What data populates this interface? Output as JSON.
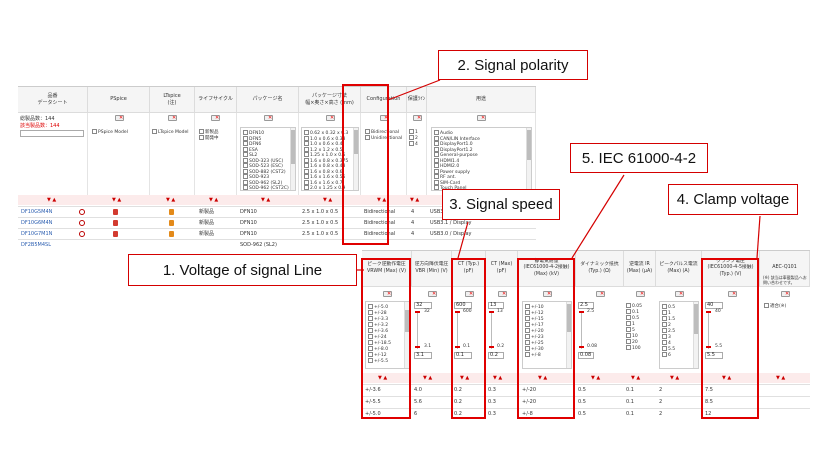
{
  "top_table": {
    "headers": [
      "品番\nデータシート",
      "PSpice",
      "LTspice\n(注)",
      "ライフサイクル",
      "パッケージ名",
      "パッケージ寸法\n幅×奥さ×高さ (mm)",
      "Configuration",
      "保護ﾗｲﾝ",
      "用途"
    ],
    "counts": {
      "total": "総製品数：144",
      "filtered": "該当製品数：144"
    },
    "filters": {
      "pspice": "PSpice Model",
      "ltspice": "LTspice Model",
      "lifecycle": [
        "新製品",
        "開発中"
      ],
      "package": [
        "DFN10",
        "DFN5",
        "DFN6",
        "ESA",
        "SL2",
        "SOD-323 (USC)",
        "SOD-523 (ESC)",
        "SOD-882 (CST2)",
        "SOD-923",
        "SOD-962 (SL2)",
        "SOD-962 (CST2C)"
      ],
      "dimensions": [
        "0.62 x 0.32 x 0.3",
        "1.0 x 0.6 x 0.38",
        "1.0 x 0.6 x 0.4",
        "1.2 x 1.2 x 0.5",
        "1.25 x 1.0 x 0.5",
        "1.6 x 0.8 x 0.375",
        "1.6 x 0.8 x 0.48",
        "1.6 x 0.8 x 0.6",
        "1.6 x 1.6 x 0.55",
        "1.6 x 1.6 x 0.7",
        "2.0 x 1.25 x 0.9"
      ],
      "configuration": [
        "Bidirectional",
        "Unidirectional"
      ],
      "lines": [
        "1",
        "2",
        "4"
      ],
      "application": [
        "Audio",
        "CAN/LIN Interface",
        "DisplayPort1.0",
        "DisplayPort1.2",
        "General-purpose",
        "HDMI1.4",
        "HDMI2.0",
        "Power supply",
        "RF ant.",
        "SIM-Card",
        "Touch Panel"
      ]
    },
    "rows": [
      {
        "part": "DF10G5M4N",
        "lifecycle": "新製品",
        "package": "DFN10",
        "dims": "2.5 x 1.0 x 0.5",
        "config": "Bidirectional",
        "lines": "4",
        "app": "USB3.1 / Display"
      },
      {
        "part": "DF10G6M4N",
        "lifecycle": "新製品",
        "package": "DFN10",
        "dims": "2.5 x 1.0 x 0.5",
        "config": "Bidirectional",
        "lines": "4",
        "app": "USB3.1 / Display"
      },
      {
        "part": "DF10G7M1N",
        "lifecycle": "新製品",
        "package": "DFN10",
        "dims": "2.5 x 1.0 x 0.5",
        "config": "Bidirectional",
        "lines": "4",
        "app": "USB3.0 / Display"
      },
      {
        "part": "DF2B5M4SL",
        "lifecycle": "",
        "package": "SOD-962 (SL2)",
        "dims": "",
        "config": "",
        "lines": "",
        "app": ""
      }
    ]
  },
  "bottom_table": {
    "headers": [
      "ピーク逆動作電圧\nVRWM (Max) (V)",
      "逆方向降伏電圧\nVBR (Min) (V)",
      "CT (Typ.)\n(pF)",
      "CT (Max)\n(pF)",
      "静電気耐量\n(IEC61000-4-2接触)\n(Max) (kV)",
      "ダイナミック抵抗\n(Typ.) (Ω)",
      "逆電流 IR\n(Max) (μA)",
      "ピークパルス電流\n(Max) (A)",
      "クランプ電圧\n(IEC61000-4-5接触)\n(Typ.) (V)",
      "AEC-Q101"
    ],
    "vrwm_options": [
      "+/-5.0",
      "+/-28",
      "+/-3.3",
      "+/-3.2",
      "+/-3.6",
      "+/-24",
      "+/-18.5",
      "+/-8.0",
      "+/-12",
      "+/-5.5"
    ],
    "vbr": {
      "max": "32",
      "max_mark": "32",
      "min_mark": "3.1",
      "min": "3.1"
    },
    "ct_typ": {
      "max": "600",
      "max_mark": "600",
      "min_mark": "0.1",
      "min": "0.1"
    },
    "ct_max": {
      "max": "13",
      "max_mark": "13",
      "min_mark": "0.2",
      "min": "0.2"
    },
    "esd_options": [
      "+/-10",
      "+/-12",
      "+/-15",
      "+/-17",
      "+/-20",
      "+/-23",
      "+/-25",
      "+/-30",
      "+/-8"
    ],
    "dyn_res": {
      "max": "2.5",
      "max_mark": "2.5",
      "min_mark": "0.08",
      "min": "0.08"
    },
    "ir_options": [
      "0.05",
      "0.1",
      "0.5",
      "1",
      "5",
      "10",
      "20",
      "100"
    ],
    "ipp_options": [
      "0.5",
      "1",
      "1.5",
      "2",
      "2.5",
      "3",
      "4",
      "5.5",
      "6"
    ],
    "vc": {
      "max": "40",
      "max_mark": "40",
      "min_mark": "5.5",
      "min": "5.5"
    },
    "aec_note": "(※) 該当は車載製品へお問い合わせです。",
    "aec_option": "適合(※)",
    "rows": [
      {
        "vrwm": "+/-3.6",
        "vbr": "4.0",
        "ct_typ": "0.2",
        "ct_max": "0.3",
        "esd": "+/-20",
        "dyn": "0.5",
        "ir": "0.1",
        "ipp": "2",
        "vc": "7.5"
      },
      {
        "vrwm": "+/-5.5",
        "vbr": "5.6",
        "ct_typ": "0.2",
        "ct_max": "0.3",
        "esd": "+/-20",
        "dyn": "0.5",
        "ir": "0.1",
        "ipp": "2",
        "vc": "8.5"
      },
      {
        "vrwm": "+/-5.0",
        "vbr": "6",
        "ct_typ": "0.2",
        "ct_max": "0.3",
        "esd": "+/-8",
        "dyn": "0.5",
        "ir": "0.1",
        "ipp": "2",
        "vc": "12"
      }
    ]
  },
  "annotations": {
    "c1": "1. Voltage of signal Line",
    "c2": "2. Signal polarity",
    "c3": "3. Signal speed",
    "c4": "4. Clamp voltage",
    "c5": "5. IEC 61000-4-2"
  },
  "colors": {
    "annotation": "#e00000",
    "sort_band": "#fcebeb",
    "header_bg": "#f5f5f5"
  }
}
